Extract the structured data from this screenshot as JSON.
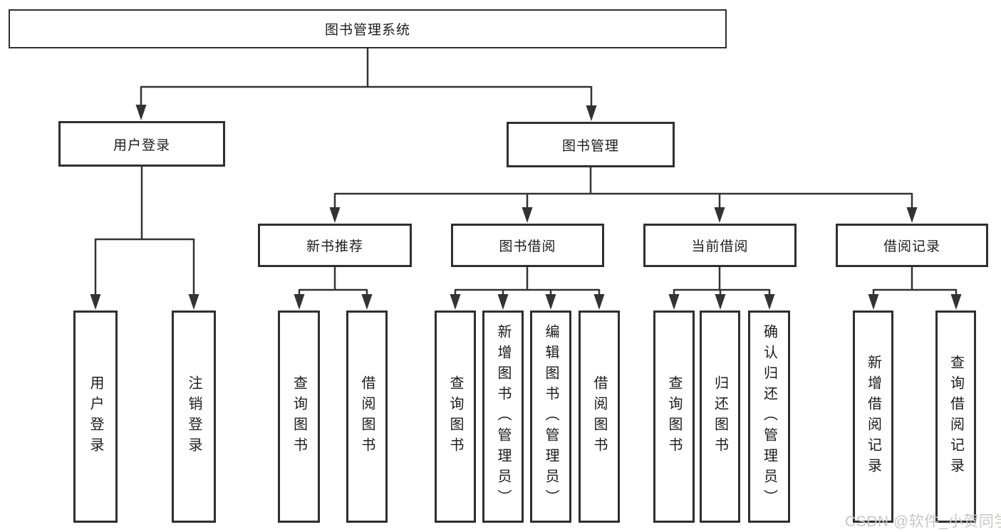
{
  "diagram": {
    "root": {
      "label": "图书管理系统"
    },
    "branches": [
      {
        "label": "用户登录",
        "children": [
          {
            "label": "用户登录"
          },
          {
            "label": "注销登录"
          }
        ]
      },
      {
        "label": "图书管理",
        "sections": [
          {
            "label": "新书推荐",
            "children": [
              {
                "label": "查询图书"
              },
              {
                "label": "借阅图书"
              }
            ]
          },
          {
            "label": "图书借阅",
            "children": [
              {
                "label": "查询图书"
              },
              {
                "label": "新增图书（管理员）"
              },
              {
                "label": "编辑图书（管理员）"
              },
              {
                "label": "借阅图书"
              }
            ]
          },
          {
            "label": "当前借阅",
            "children": [
              {
                "label": "查询图书"
              },
              {
                "label": "归还图书"
              },
              {
                "label": "确认归还（管理员）"
              }
            ]
          },
          {
            "label": "借阅记录",
            "children": [
              {
                "label": "新增借阅记录"
              },
              {
                "label": "查询借阅记录"
              }
            ]
          }
        ]
      }
    ]
  },
  "watermark": {
    "text": "CSDN @软件_小贺同学"
  },
  "colors": {
    "line": "#333333",
    "box_border": "#2f2f2f",
    "text": "#1c1c1c",
    "watermark": "#c9c7c6",
    "background": "#ffffff"
  }
}
